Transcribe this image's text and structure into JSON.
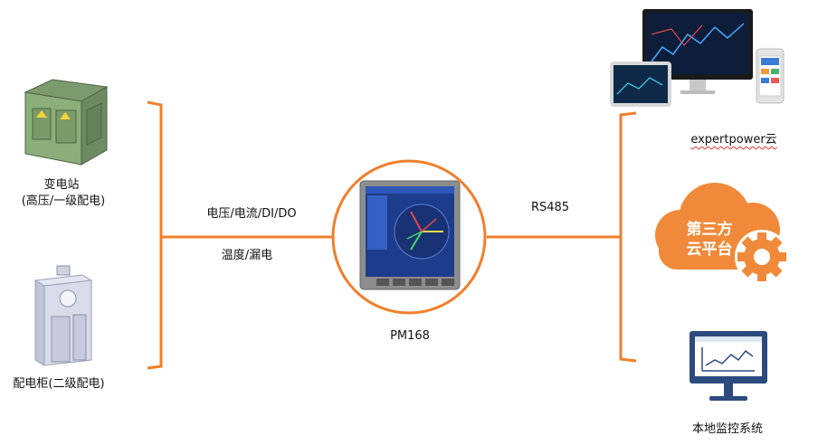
{
  "left": {
    "substation_label": "变电站",
    "substation_sub": "(高压/一级配电)",
    "cabinet_label": "配电柜(二级配电)"
  },
  "center": {
    "signal_top": "电压/电流/DI/DO",
    "signal_bottom": "温度/漏电",
    "device_name": "PM168",
    "protocol": "RS485"
  },
  "right": {
    "cloud_label": "expertpower云",
    "third_party": [
      "第三方",
      "云平台"
    ],
    "local_label": "本地监控系统"
  },
  "colors": {
    "accent": "#f07f2c",
    "cloud": "#f08a3a",
    "screen_blue": "#1d3c8c",
    "device_gray": "#9a9a9a"
  },
  "icons": {
    "substation": "transformer-box-icon",
    "cabinet": "distribution-cabinet-icon",
    "meter": "power-meter-icon",
    "devices": "multi-device-icon",
    "cloud": "cloud-gear-icon",
    "monitor": "monitor-chart-icon"
  }
}
